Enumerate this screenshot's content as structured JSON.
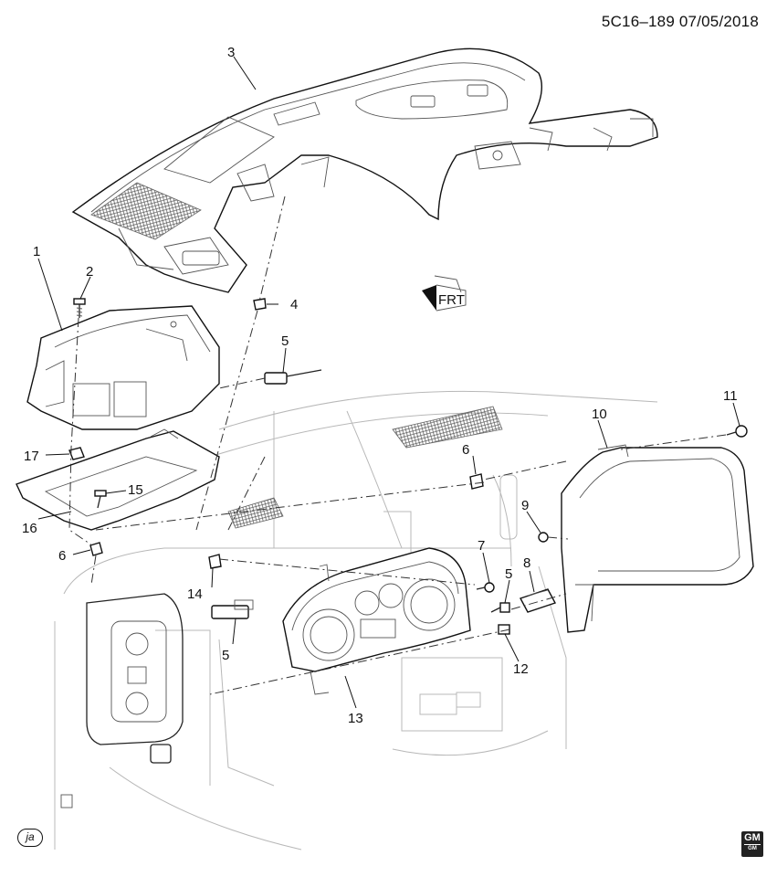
{
  "header": {
    "diagram_id": "5C16–189 07/05/2018"
  },
  "callouts": [
    "1",
    "2",
    "3",
    "4",
    "5",
    "5",
    "5",
    "6",
    "6",
    "7",
    "8",
    "9",
    "10",
    "11",
    "12",
    "13",
    "14",
    "15",
    "16",
    "17"
  ],
  "direction_label": "FRT",
  "badge": "ja",
  "logo": {
    "main": "GM",
    "sub": "GM"
  }
}
